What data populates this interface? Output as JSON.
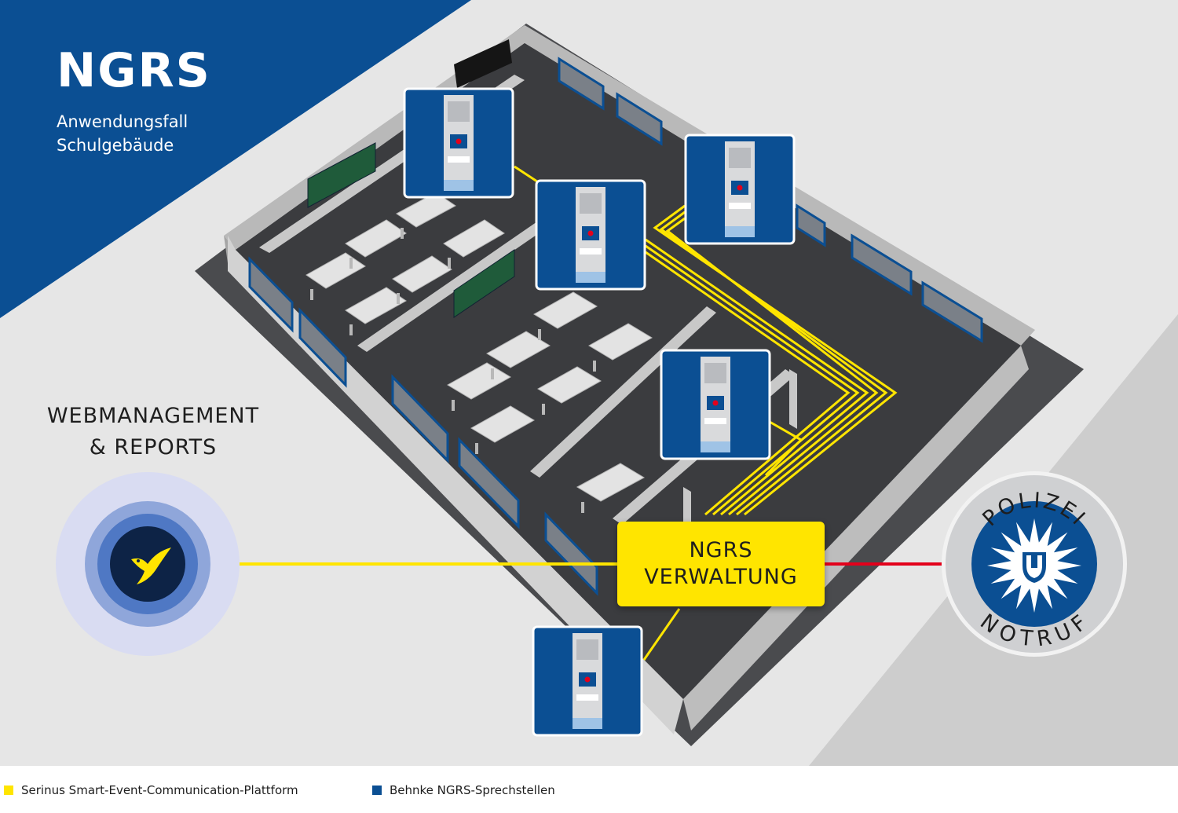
{
  "header": {
    "title": "NGRS",
    "subtitle_line1": "Anwendungsfall",
    "subtitle_line2": "Schulgebäude"
  },
  "left_panel": {
    "label_line1": "WEBMANAGEMENT",
    "label_line2": "& REPORTS",
    "icon": "bird-icon"
  },
  "admin": {
    "line1": "NGRS",
    "line2": "VERWALTUNG"
  },
  "police": {
    "top_text": "POLIZEI",
    "bottom_text": "NOTRUF",
    "icon": "police-star-icon"
  },
  "devices": {
    "icon": "intercom-icon",
    "count": 5
  },
  "legend": [
    {
      "label": "Serinus Smart-Event-Communication-Plattform",
      "color": "#ffe500"
    },
    {
      "label": "Behnke NGRS-Sprechstellen",
      "color": "#0b4f93"
    }
  ],
  "colors": {
    "brand_blue": "#0b4f93",
    "signal_yellow": "#ffe500",
    "alarm_red": "#e3001b",
    "dark_floor": "#3c3d40",
    "background_light": "#e6e6e6"
  }
}
